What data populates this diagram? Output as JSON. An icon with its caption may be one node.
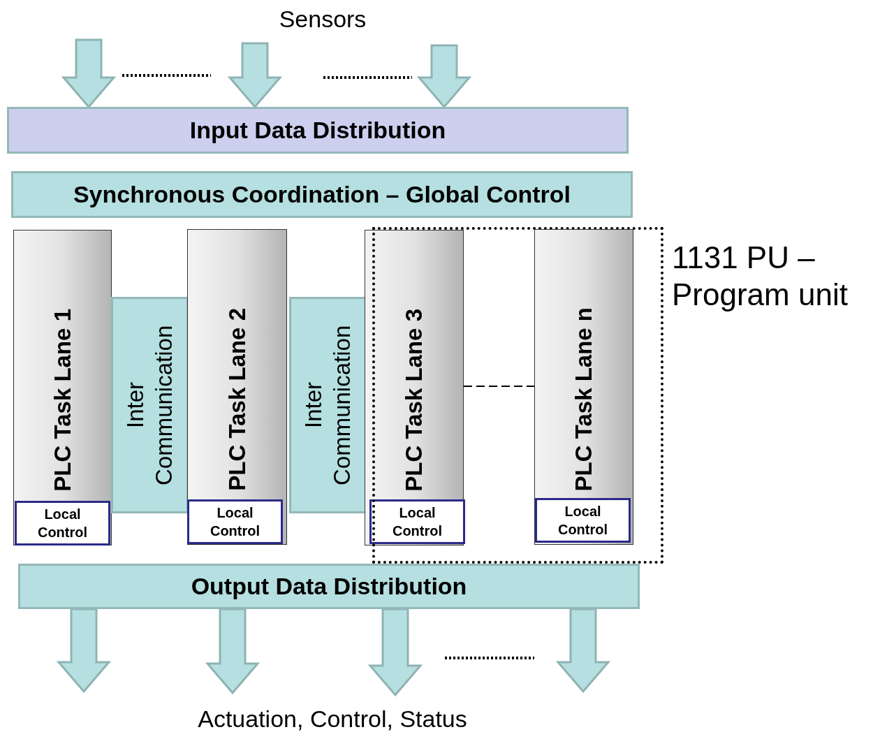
{
  "diagram": {
    "nodes": [
      {
        "text": [
          "Input Data Distribution"
        ]
      },
      {
        "text": [
          "Synchronous Coordination – Global Control"
        ]
      },
      {
        "text": [
          "PLC Task Lane 1"
        ]
      },
      {
        "text": [
          "Local Control"
        ],
        "in": 2
      },
      {
        "text": [
          "Inter Communication"
        ]
      },
      {
        "text": [
          "PLC Task Lane 2"
        ]
      },
      {
        "text": [
          "Local Control"
        ],
        "in": 5
      },
      {
        "text": [
          "Inter Communication"
        ]
      },
      {
        "text": [
          "PLC Task Lane 3"
        ]
      },
      {
        "text": [
          "Local Control"
        ],
        "in": 8
      },
      {
        "text": [
          "PLC Task Lane n"
        ],
        "in": 13
      },
      {
        "text": [
          "Local Control"
        ],
        "in": 10
      },
      {
        "text": [
          "Output Data Distribution"
        ]
      },
      {
        "text": [
          "1131 PU – Program unit"
        ]
      }
    ],
    "edges": [
      {
        "from": null,
        "to": 0,
        "arrow": "to"
      },
      {
        "from": null,
        "to": 0,
        "arrow": "to"
      },
      {
        "from": null,
        "to": 0,
        "arrow": "to"
      },
      {
        "from": 12,
        "to": null,
        "arrow": "to"
      },
      {
        "from": 12,
        "to": null,
        "arrow": "to"
      },
      {
        "from": 12,
        "to": null,
        "arrow": "to"
      },
      {
        "from": 12,
        "to": null,
        "arrow": "to"
      },
      {
        "from": 8,
        "to": 10,
        "arrow": "none",
        "style": "dashed"
      }
    ],
    "labels": [
      "Sensors",
      "Actuation, Control, Status"
    ]
  }
}
